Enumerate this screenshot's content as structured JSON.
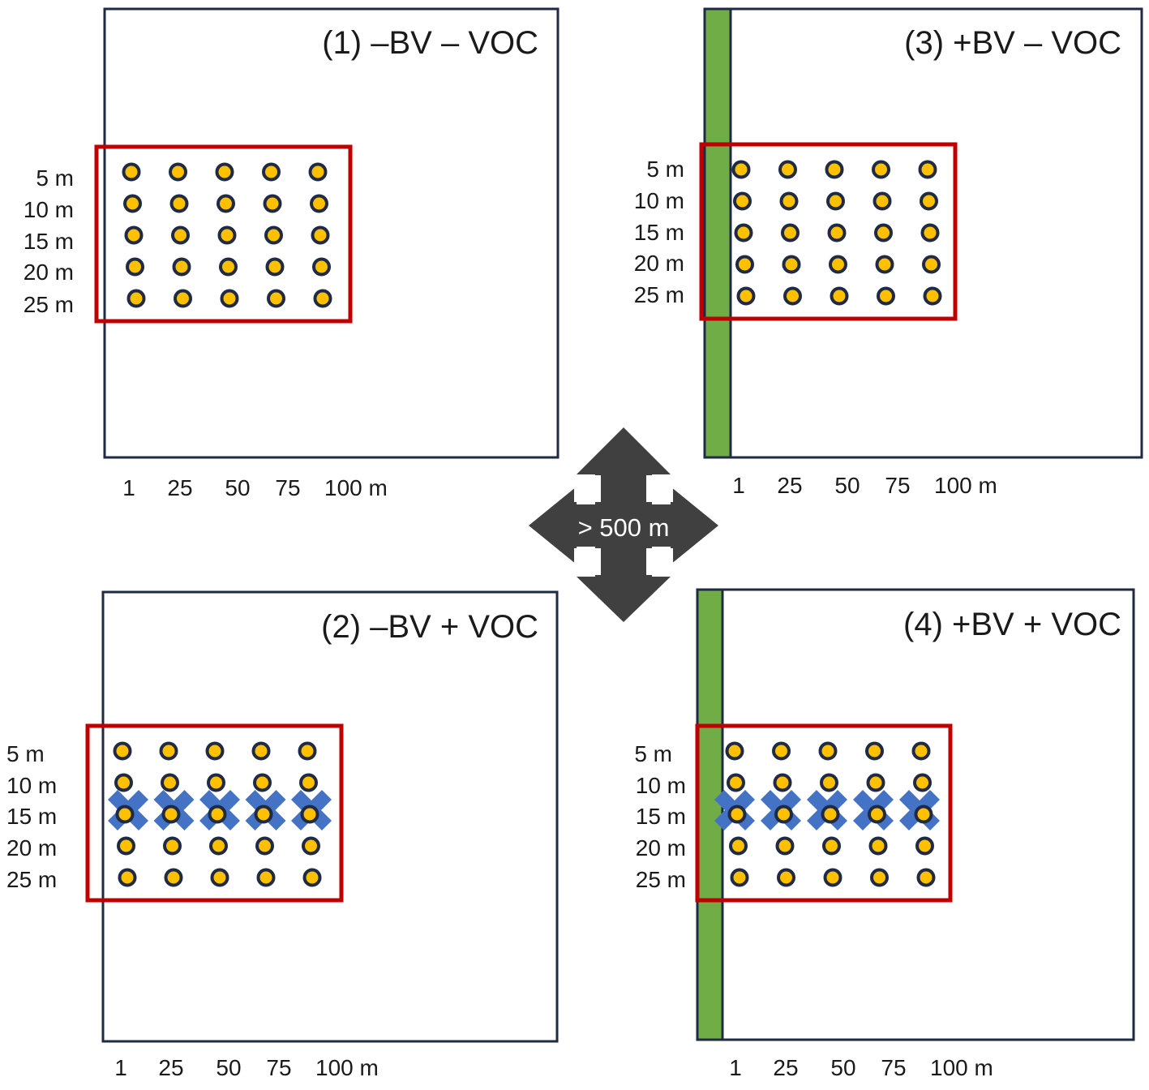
{
  "colors": {
    "frame": "#1f2a44",
    "sampling_box": "#c00000",
    "sample_point_fill": "#ffc000",
    "sample_point_stroke": "#1f2a44",
    "voc_marker": "#4472c4",
    "buffer_vegetation": "#70ad47",
    "arrow": "#404040",
    "arrow_text": "#ffffff"
  },
  "icons": {
    "sample_point": "yellow-circle-icon",
    "voc_dispenser": "blue-x-icon",
    "distance_arrow": "four-way-arrow-icon"
  },
  "center_arrow": {
    "label": "> 500 m"
  },
  "panels": [
    {
      "id": "1",
      "title": "(1) –BV – VOC",
      "buffer_vegetation": false,
      "voc": false,
      "row_labels": [
        "5 m",
        "10 m",
        "15 m",
        "20 m",
        "25 m"
      ],
      "col_labels": [
        "1",
        "25",
        "50",
        "75",
        "100 m"
      ]
    },
    {
      "id": "2",
      "title": "(2) –BV + VOC",
      "buffer_vegetation": false,
      "voc": true,
      "voc_row": "15 m",
      "row_labels": [
        "5 m",
        "10 m",
        "15 m",
        "20 m",
        "25 m"
      ],
      "col_labels": [
        "1",
        "25",
        "50",
        "75",
        "100 m"
      ]
    },
    {
      "id": "3",
      "title": "(3) +BV – VOC",
      "buffer_vegetation": true,
      "voc": false,
      "row_labels": [
        "5 m",
        "10 m",
        "15 m",
        "20 m",
        "25 m"
      ],
      "col_labels": [
        "1",
        "25",
        "50",
        "75",
        "100 m"
      ]
    },
    {
      "id": "4",
      "title": "(4) +BV + VOC",
      "buffer_vegetation": true,
      "voc": true,
      "voc_row": "15 m",
      "row_labels": [
        "5 m",
        "10 m",
        "15 m",
        "20 m",
        "25 m"
      ],
      "col_labels": [
        "1",
        "25",
        "50",
        "75",
        "100 m"
      ]
    }
  ]
}
